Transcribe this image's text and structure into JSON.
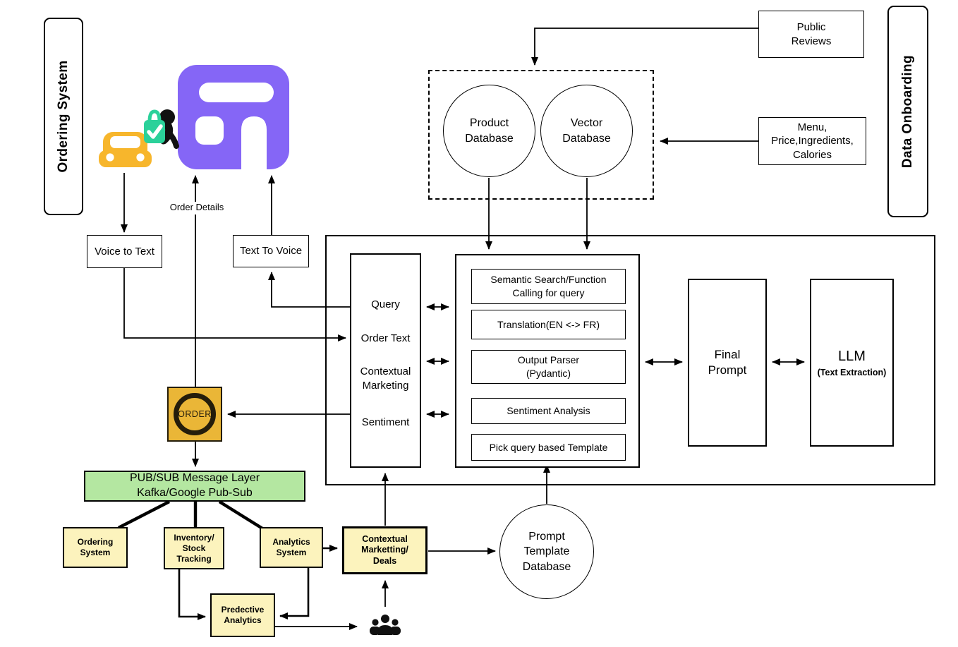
{
  "panels": {
    "ordering_system": "Ordering System",
    "data_onboarding": "Data Onboarding"
  },
  "onboarding_sources": {
    "public_reviews": "Public\nReviews",
    "menu_info": "Menu,\nPrice,Ingredients,\nCalories"
  },
  "databases": {
    "product": "Product\nDatabase",
    "vector": "Vector\nDatabase",
    "prompt_template": "Prompt\nTemplate\nDatabase"
  },
  "io": {
    "voice_to_text": "Voice to Text",
    "text_to_voice": "Text To Voice",
    "order_details": "Order Details",
    "order_sign": "ORDER"
  },
  "query_box": {
    "rows": [
      "Query",
      "Order Text",
      "Contextual\nMarketing",
      "Sentiment"
    ]
  },
  "process_box": {
    "items": [
      "Semantic Search/Function\nCalling for query",
      "Translation(EN <-> FR)",
      "Output Parser\n(Pydantic)",
      "Sentiment Analysis",
      "Pick query based Template"
    ]
  },
  "llm_stage": {
    "final_prompt": "Final\nPrompt",
    "llm_title": "LLM",
    "llm_subtitle": "(Text Extraction)"
  },
  "pubsub": {
    "label": "PUB/SUB Message Layer\nKafka/Google Pub-Sub"
  },
  "systems": {
    "ordering": "Ordering\nSystem",
    "inventory": "Inventory/\nStock\nTracking",
    "analytics": "Analytics\nSystem",
    "predictive": "Predective\nAnalytics",
    "contextual": "Contextual\nMarketting/\nDeals"
  },
  "icons": {
    "storefront": "storefront-icon",
    "car": "car-icon",
    "person_with_bag": "person-with-shopping-bag-icon",
    "people_group": "people-group-icon",
    "order_sign": "order-sign"
  },
  "colors": {
    "brand_purple": "#8566F6",
    "car_yellow": "#F7B62C",
    "bag_green": "#2BD19A",
    "order_sign_yellow": "#EAB637",
    "order_sign_ink": "#241D0B",
    "system_box_yellow": "#FCF3BD",
    "pubsub_green": "#B4E7A1"
  }
}
